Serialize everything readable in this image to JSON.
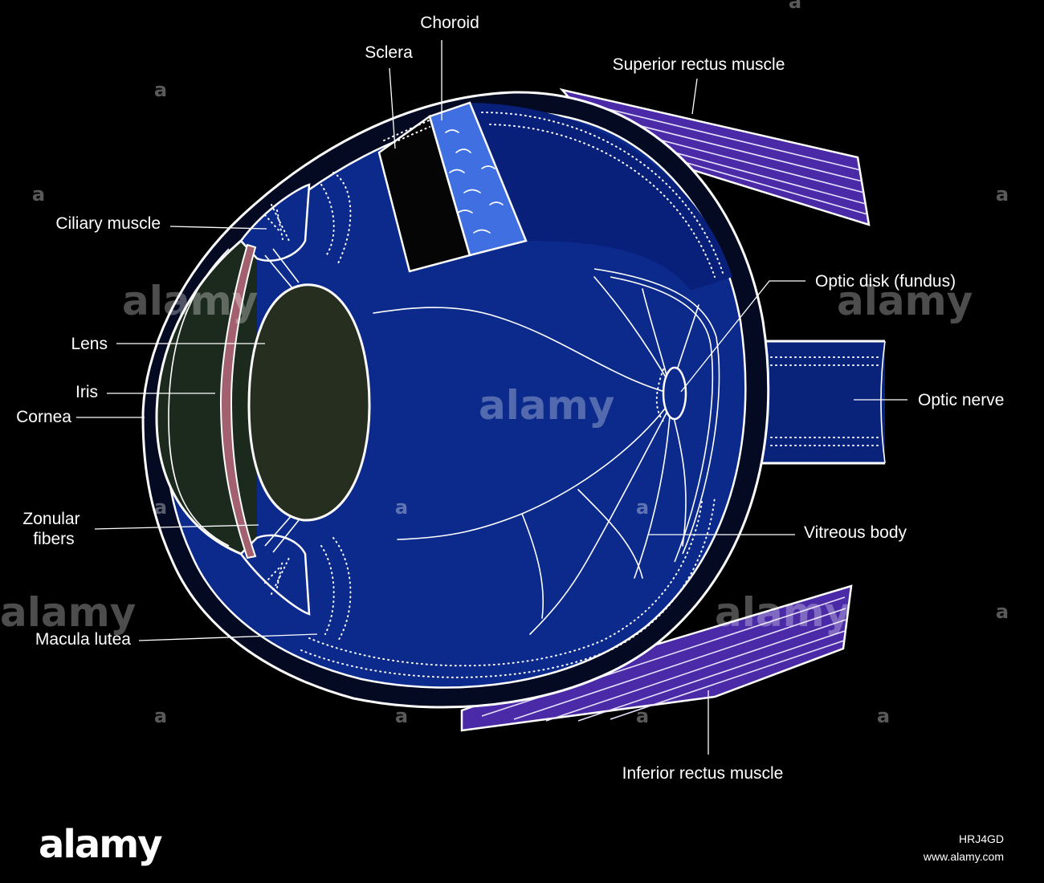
{
  "labels": {
    "choroid": "Choroid",
    "sclera": "Sclera",
    "superior_rectus": "Superior rectus muscle",
    "ciliary_muscle": "Ciliary muscle",
    "optic_disk": "Optic disk (fundus)",
    "lens": "Lens",
    "iris": "Iris",
    "cornea": "Cornea",
    "optic_nerve": "Optic nerve",
    "zonular_line1": "Zonular",
    "zonular_line2": "fibers",
    "vitreous_body": "Vitreous body",
    "macula_lutea": "Macula lutea",
    "inferior_rectus": "Inferior rectus muscle"
  },
  "watermark": {
    "text": "alamy",
    "small_mark": "a"
  },
  "footer": {
    "logo": "alamy",
    "image_id": "HRJ4GD",
    "site": "www.alamy.com"
  },
  "colors": {
    "background": "#000000",
    "vitreous": "#0b2a8c",
    "choroid_band": "#3f6fe0",
    "lens": "#252e1f",
    "iris": "#a3606e",
    "muscle": "#4a2aa6",
    "optic_nerve": "#0a237a",
    "outline": "#ffffff"
  }
}
